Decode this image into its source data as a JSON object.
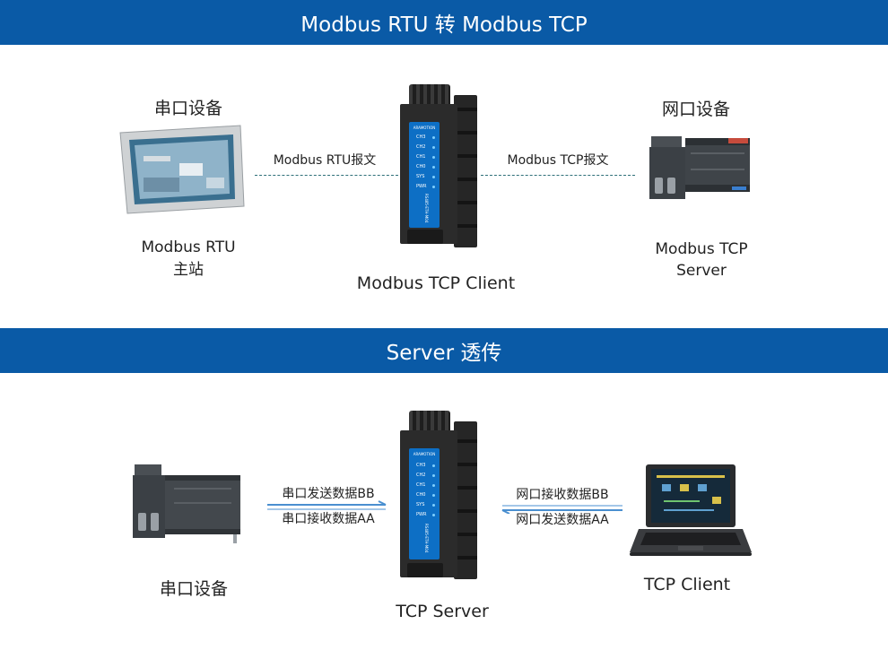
{
  "sections": {
    "top_title": "Modbus RTU 转 Modbus TCP",
    "bottom_title": "Server 透传"
  },
  "top": {
    "left_device_caption": "串口设备",
    "left_device_role": [
      "Modbus RTU",
      "主站"
    ],
    "left_link_label": "Modbus RTU报文",
    "center_device_role": "Modbus TCP Client",
    "right_device_caption": "网口设备",
    "right_link_label": "Modbus TCP报文",
    "right_device_role": [
      "Modbus TCP",
      "Server"
    ]
  },
  "bottom": {
    "left_device_caption": "串口设备",
    "left_send_label": "串口发送数据BB",
    "left_recv_label": "串口接收数据AA",
    "center_device_role": "TCP Server",
    "right_recv_label": "网口接收数据BB",
    "right_send_label": "网口发送数据AA",
    "right_device_role": "TCP Client"
  },
  "module": {
    "brand": "ARAMOTION",
    "leds": [
      "CH3",
      "CH2",
      "CH1",
      "CH0",
      "SYS",
      "PWR"
    ],
    "model": "RS485-ETH-M04"
  },
  "colors": {
    "band": "#0a5aa6",
    "link_line": "#2d6f78",
    "arrow": "#4a8fd0",
    "module_panel": "#0d6fc5"
  },
  "icons": [
    "hmi-touchscreen-icon",
    "plc-module-icon",
    "converter-module-icon",
    "laptop-icon",
    "arrow-right-icon",
    "arrow-left-icon"
  ]
}
